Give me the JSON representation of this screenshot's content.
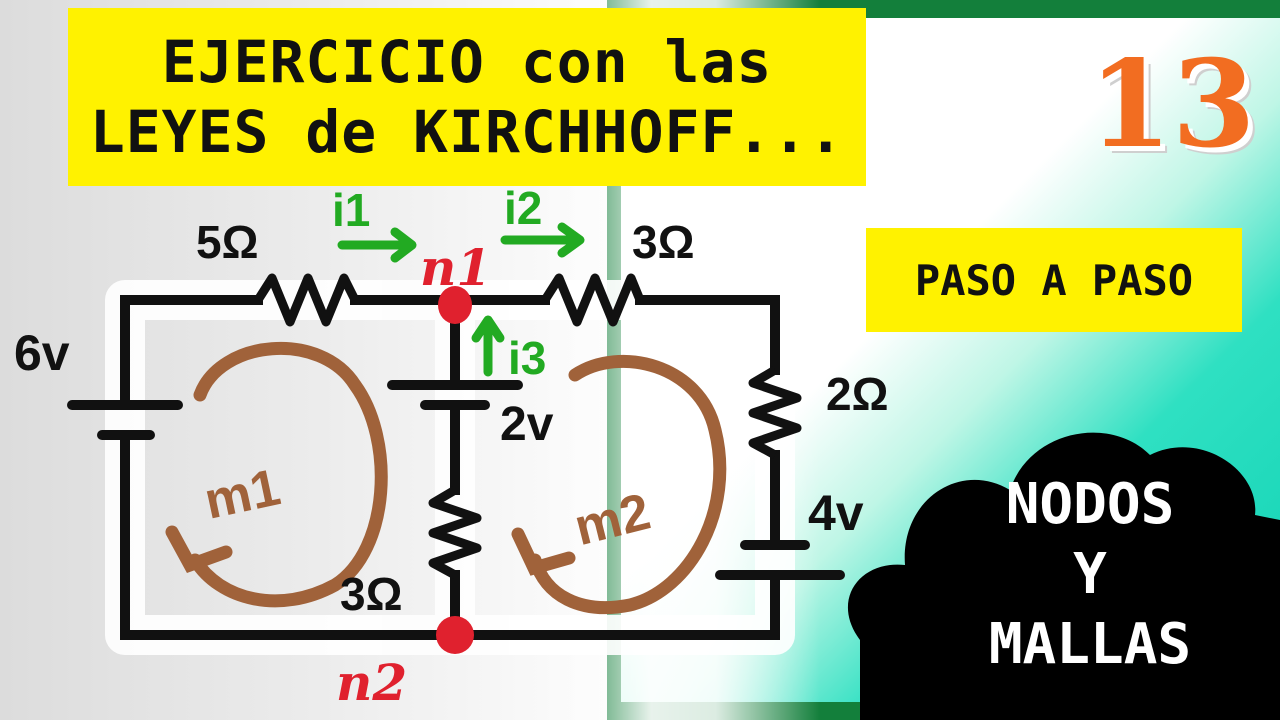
{
  "title": {
    "line1": "EJERCICIO con las",
    "line2": "LEYES de KIRCHHOFF..."
  },
  "episode_number": "13",
  "subtitle_badge": "PASO A PASO",
  "cloud": {
    "line1": "NODOS",
    "line2": "Y",
    "line3": "MALLAS"
  },
  "circuit": {
    "resistors": {
      "r_top_left": "5Ω",
      "r_top_right": "3Ω",
      "r_right": "2Ω",
      "r_middle": "3Ω"
    },
    "sources": {
      "v_left": "6v",
      "v_middle": "2v",
      "v_right": "4v"
    },
    "currents": {
      "i1": "i1",
      "i2": "i2",
      "i3": "i3"
    },
    "nodes": {
      "n1": "n1",
      "n2": "n2"
    },
    "meshes": {
      "m1": "m1",
      "m2": "m2"
    }
  },
  "colors": {
    "title_bg": "#fff200",
    "accent_orange": "#f26d21",
    "wire": "#111111",
    "node": "#e0212e",
    "current": "#22aa22",
    "mesh": "#a0623a",
    "green_frame": "#137f3b",
    "teal": "#0fd2b4"
  }
}
